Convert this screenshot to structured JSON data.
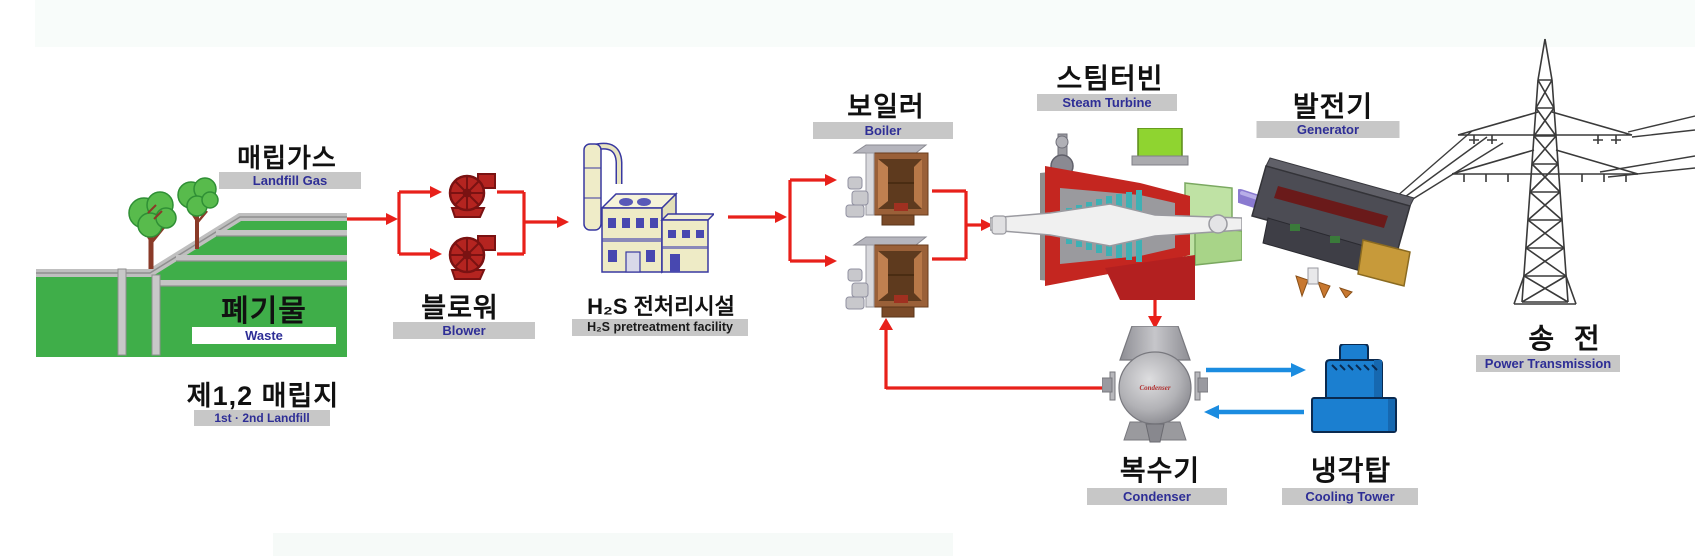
{
  "diagram": {
    "subject": "Landfill gas power generation process flow",
    "stages": {
      "landfill_gas": {
        "ko": "매립가스",
        "en": "Landfill Gas"
      },
      "waste": {
        "ko": "폐기물",
        "en": "Waste"
      },
      "landfill_site": {
        "ko": "제1,2 매립지",
        "en": "1st · 2nd Landfill"
      },
      "blower": {
        "ko": "블로워",
        "en": "Blower"
      },
      "pretreatment": {
        "ko": "H₂S 전처리시설",
        "en": "H₂S pretreatment facility"
      },
      "boiler": {
        "ko": "보일러",
        "en": "Boiler"
      },
      "steam_turbine": {
        "ko": "스팀터빈",
        "en": "Steam Turbine"
      },
      "generator": {
        "ko": "발전기",
        "en": "Generator"
      },
      "transmission": {
        "ko": "송 전",
        "en": "Power Transmission"
      },
      "condenser": {
        "ko": "복수기",
        "en": "Condenser",
        "device_label": "Condenser"
      },
      "cooling_tower": {
        "ko": "냉각탑",
        "en": "Cooling Tower"
      }
    },
    "connections": [
      {
        "from": "landfill",
        "to": "blower",
        "type": "gas"
      },
      {
        "from": "blower",
        "to": "pretreatment",
        "type": "gas"
      },
      {
        "from": "pretreatment",
        "to": "boiler",
        "type": "gas"
      },
      {
        "from": "boiler",
        "to": "steam_turbine",
        "type": "steam"
      },
      {
        "from": "steam_turbine",
        "to": "condenser",
        "type": "steam"
      },
      {
        "from": "condenser",
        "to": "boiler",
        "type": "feedwater-return"
      },
      {
        "from": "condenser",
        "to": "cooling_tower",
        "type": "cooling-water"
      },
      {
        "from": "cooling_tower",
        "to": "condenser",
        "type": "cooling-water"
      },
      {
        "from": "generator",
        "to": "transmission",
        "type": "power-line"
      }
    ],
    "colors": {
      "arrow_red": "#e8201a",
      "arrow_blue": "#1b8ce0",
      "badge_bg": "#c7c7c7",
      "badge_text": "#2e2e96",
      "waste_badge_bg": "#ffffff",
      "title_text": "#111111",
      "hill_green": "#3fae49",
      "blower_red": "#b42420",
      "cooling_tower_blue": "#1b7fd0"
    }
  }
}
